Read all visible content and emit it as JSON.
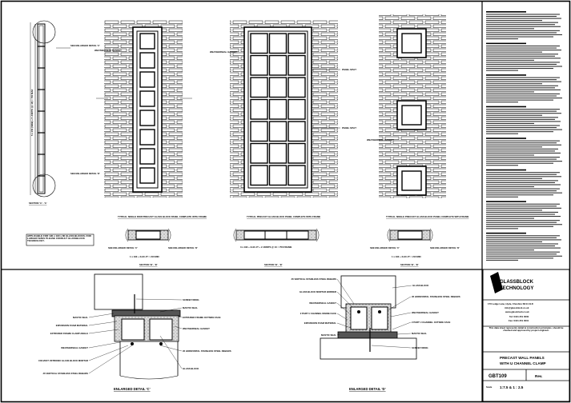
{
  "sections": {
    "a_side_section": "SECTION 'A' - 'A'",
    "b_section": "SECTION 'B' - 'B'",
    "size_text": "5 x 150 (SIDE) + 5 JOINTS (@ 10) = 750 MAX"
  },
  "labels": {
    "see_detail_c": "SEE ENLARGED DETAIL 'C'",
    "see_detail_d": "SEE ENLARGED DETAIL 'D'",
    "weathereal_gasket": "WEATHERSEAL GASKET",
    "panel_split": "PANEL SPLIT",
    "note_box": "APPLICABLE FOR 190 x 190 x 80 GLASS BLOCKS. FOR LARGER SIZES PLEASE CONSULT GLASSBLOCK TECHNOLOGY.",
    "dim_1": "1 x 190 + 2x10 JT = 210 MIN",
    "dim_2": "3 x 190 + 2x10 JT + 2 JOINTS @ 10 = 750 FRAME",
    "dim_3": "1 x 190 + 2x10 JT = 210 MIN"
  },
  "panels": {
    "panel1_title": "TYPICAL SINGLE ROW PRECAST GLASS BLOCK PANEL COMPLETE WITH FRAME",
    "panel2_title": "TYPICAL PRECAST GLASS BLOCK PANEL COMPLETE WITH FRAME",
    "panel3_title": "TYPICAL SINGLE PRECAST GLASS BLOCK PANEL COMPLETE WITH FRAME"
  },
  "detail_c": {
    "title": "ENLARGED DETAIL 'C'",
    "callouts": [
      "MASTIC SEAL",
      "EXPANSION FOAM MATERIAL",
      "EXTRUDED FRAME CLAMP ANGLE",
      "WEATHERSEAL GASKET",
      "COLVEST VETRONIX GLASS BLOCK MORTAR",
      "#6 VERTICAL STAINLESS STEEL REBARS",
      "SCREW FIXING",
      "MASTIC SEAL",
      "EXTRUDED FRAME OUTSIDE FACE",
      "WEATHERSEAL GASKET",
      "#6 HORIZONTAL STAINLESS STEEL REBARS",
      "GLASS BLOCK"
    ]
  },
  "detail_d": {
    "title": "ENLARGED DETAIL 'D'",
    "callouts": [
      "#6 VERTICAL STAINLESS STEEL REBARS",
      "GLASS BLOCK MORTAR BORDER",
      "WEATHERSEAL GASKET",
      "2 PART U CHANNEL INSIDE FACE",
      "EXPANSION FOAM MATERIAL",
      "MASTIC SEAL",
      "GLASS BLOCK",
      "#6 HORIZONTAL STAINLESS STEEL REBARS",
      "WEATHERSEAL GASKET",
      "2 PART U CHANNEL OUTSIDE FACE",
      "MASTIC SEAL",
      "SCREW FIXING"
    ]
  },
  "title_block": {
    "logo_top": "GLASSBLOCK",
    "logo_bottom": "TECHNOLOGY",
    "address": "170 Ledge Lane, Hyde, Cheshire SK14 4LD",
    "email": "info@glassblock.co.uk",
    "web": "www.glassblock.co.uk",
    "tel": "Tel: 0161 351 0000",
    "fax": "Fax: 0161 351 0001",
    "disclaimer": "This data sheet represents detail & construction principles, should be checked and approved by project engineer.",
    "drawing_title_1": "PRECAST WALL PANELS",
    "drawing_title_2": "WITH U CHANNEL CLAMP",
    "drawing_no": "GBT109",
    "rev_label": "Rev.",
    "scale_label": "Scale",
    "scale_value": "1:7.5 & 1 : 2.5"
  }
}
